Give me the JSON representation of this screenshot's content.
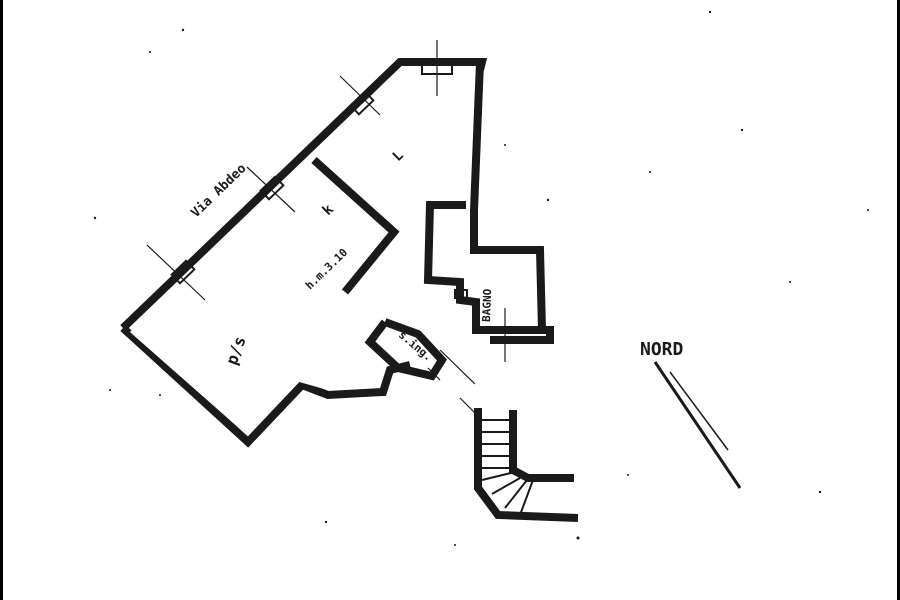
{
  "labels": {
    "street": "Via Abdeo",
    "room_k": "k",
    "room_height": "h.m.3.10",
    "room_ps": "p/s",
    "room_l": "L",
    "bathroom": "BAGNO",
    "entrance": "s.ing.",
    "north": "NORD"
  }
}
